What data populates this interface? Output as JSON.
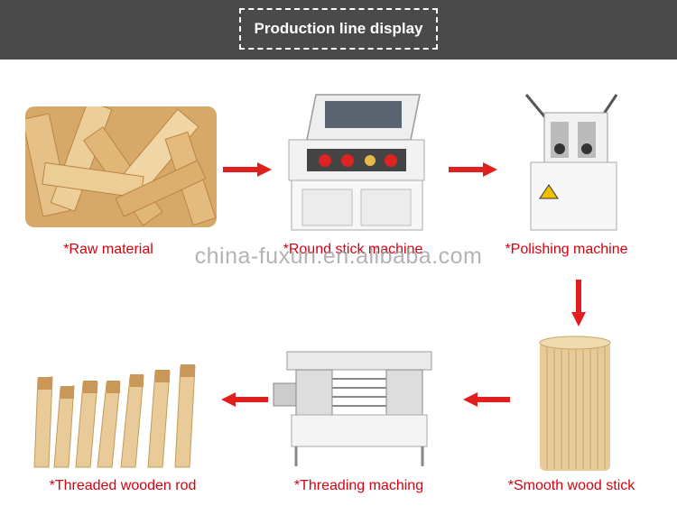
{
  "header": {
    "title": "Production line display"
  },
  "watermark": "china-fuxun.en.alibaba.com",
  "steps": [
    {
      "label": "*Raw material"
    },
    {
      "label": "*Round stick machine"
    },
    {
      "label": "*Polishing machine"
    },
    {
      "label": "*Smooth wood stick"
    },
    {
      "label": "*Threading maching"
    },
    {
      "label": "*Threaded wooden rod"
    }
  ],
  "colors": {
    "header_bg": "#4a4a4a",
    "label_red": "#d6000f",
    "arrow_red": "#e0201f",
    "wood": "#e3c08a"
  },
  "icons": [
    "right-arrow-icon",
    "down-arrow-icon",
    "left-arrow-icon"
  ]
}
